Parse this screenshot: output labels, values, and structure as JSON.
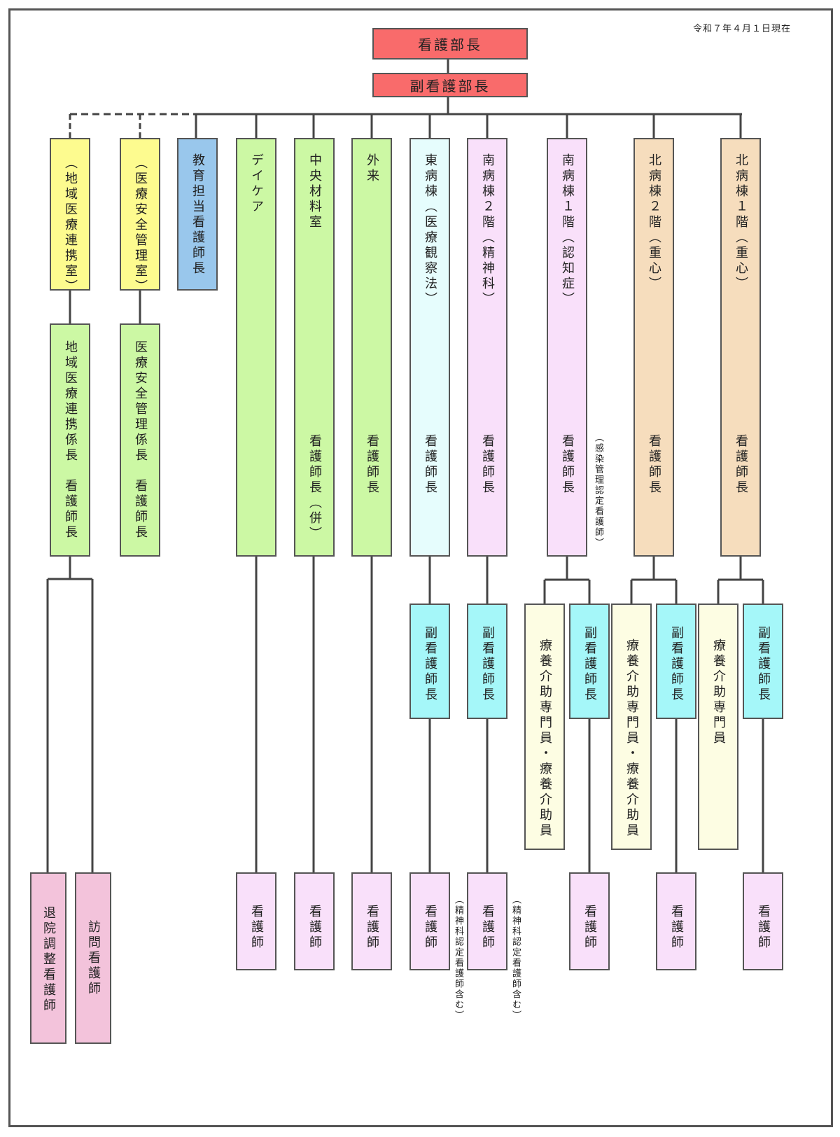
{
  "date_label": "令和７年４月１日現在",
  "colors": {
    "line": "#444444",
    "director": "#f96b6b",
    "yellow": "#fdfb8f",
    "blue": "#99c7ec",
    "green": "#ccf8a4",
    "cyan_light": "#e6fdfd",
    "pink_light": "#f9e0fa",
    "peach": "#f6ddbd",
    "cyan": "#a5f7f9",
    "cream": "#fdfde3",
    "pink": "#f3c3db"
  },
  "top": {
    "director": "看護部長",
    "deputy_director": "副看護部長"
  },
  "departments": [
    {
      "key": "d1",
      "label": "（地域医療連携室）",
      "color": "yellow"
    },
    {
      "key": "d2",
      "label": "（医療安全管理室）",
      "color": "yellow"
    },
    {
      "key": "d3",
      "label": "教育担当看護師長",
      "color": "blue"
    },
    {
      "key": "d4",
      "label": "デイケア",
      "color": "green"
    },
    {
      "key": "d5",
      "label": "中央材料室",
      "color": "green"
    },
    {
      "key": "d6",
      "label": "外来",
      "color": "green"
    },
    {
      "key": "d7",
      "label": "東病棟（医療観察法）",
      "color": "cyan_light"
    },
    {
      "key": "d8",
      "label": "南病棟２階（精神科）",
      "color": "pink_light"
    },
    {
      "key": "d9",
      "label": "南病棟１階（認知症）",
      "color": "pink_light"
    },
    {
      "key": "d10",
      "label": "北病棟２階（重心）",
      "color": "peach"
    },
    {
      "key": "d11",
      "label": "北病棟１階（重心）",
      "color": "peach"
    }
  ],
  "section_heads": {
    "d1": "地域医療連携係長　看護師長",
    "d2": "医療安全管理係長　看護師長",
    "head_nurse": "看護師長",
    "head_nurse_concurrent": "看護師長（併）"
  },
  "deputy_head_nurse": "副看護師長",
  "care_worker_both": "療養介助専門員・療養介助員",
  "care_worker_specialist": "療養介助専門員",
  "nurse": "看護師",
  "discharge_nurse": "退院調整看護師",
  "visiting_nurse": "訪問看護師",
  "notes": {
    "infection_control": "（感染管理認定看護師）",
    "psychiatric_certified": "（精神科認定看護師含む）"
  }
}
